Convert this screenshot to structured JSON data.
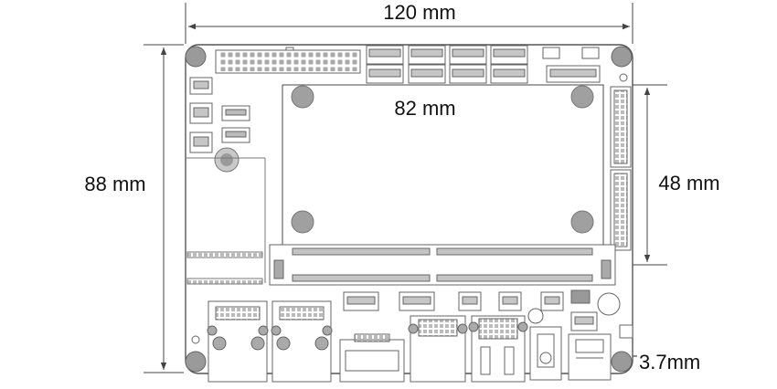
{
  "dimensions": {
    "width": "120 mm",
    "height": "88 mm",
    "module_width": "82 mm",
    "module_height": "48 mm",
    "hole": "3.7mm"
  },
  "colors": {
    "line": "#555555",
    "dim_line": "#444444",
    "hole_fill": "#9a9a9a",
    "connector_fill": "#bdbdbd",
    "text": "#111111"
  }
}
